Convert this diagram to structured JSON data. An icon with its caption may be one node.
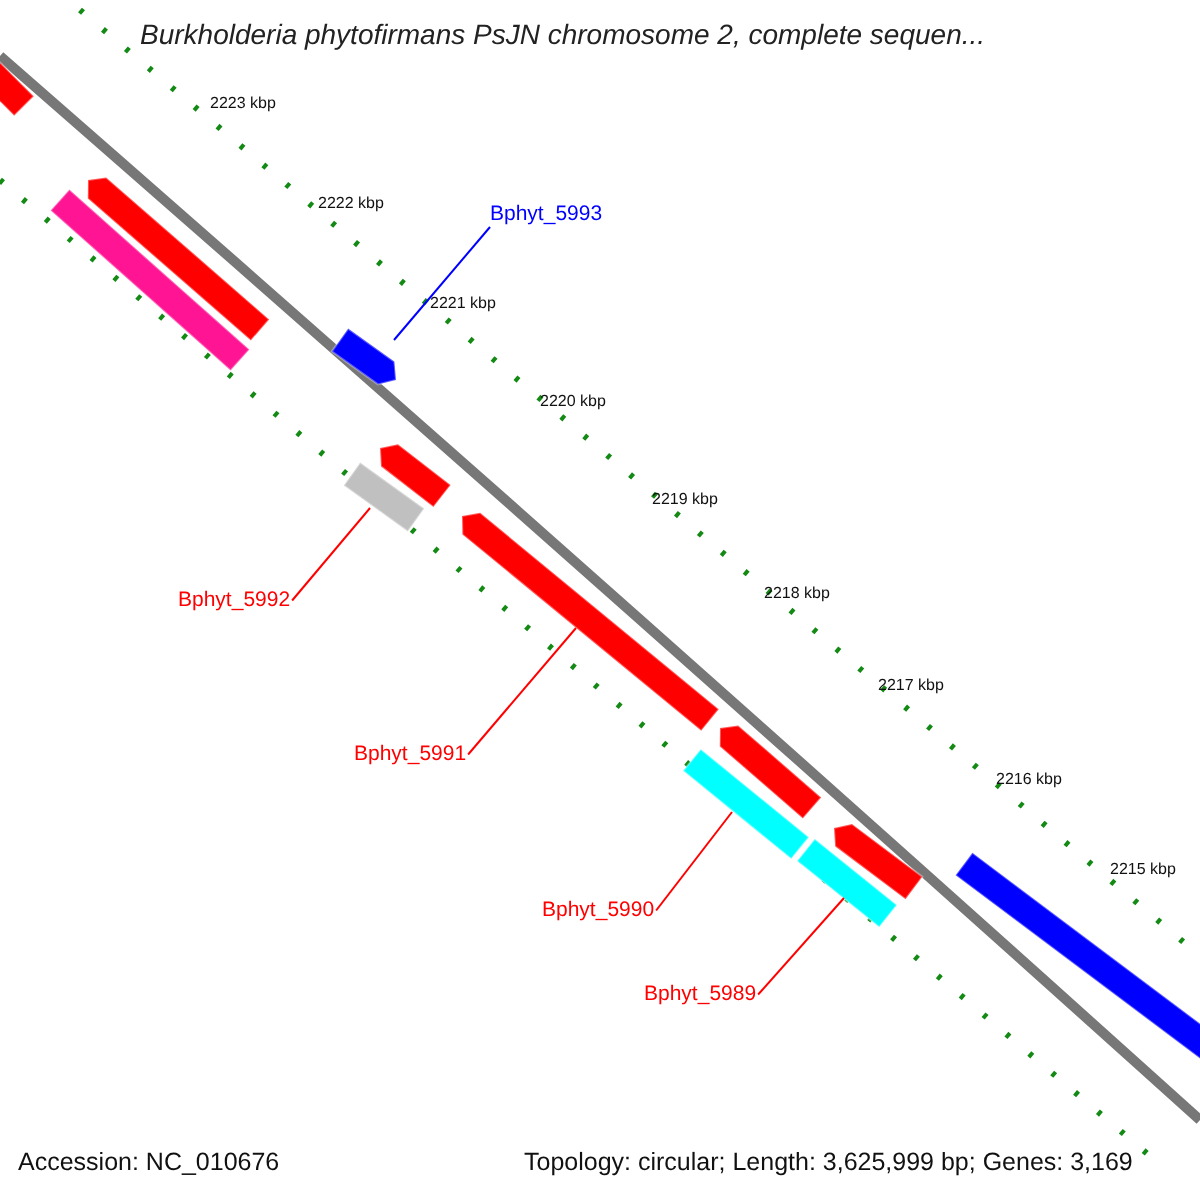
{
  "diagram": {
    "title": "Burkholderia phytofirmans PsJN chromosome 2, complete sequen...",
    "nodes": [
      {
        "text": [
          "Bphyt_5993"
        ]
      },
      {
        "text": [
          "Bphyt_5992"
        ]
      },
      {
        "text": [
          "Bphyt_5991"
        ]
      },
      {
        "text": [
          "Bphyt_5990"
        ]
      },
      {
        "text": [
          "Bphyt_5989"
        ]
      },
      {
        "text": [],
        "shape": "bar"
      },
      {
        "text": [],
        "shape": "bar"
      },
      {
        "text": [],
        "shape": "bar"
      },
      {
        "text": [],
        "shape": "bar"
      },
      {
        "text": [],
        "shape": "bar"
      },
      {
        "text": [],
        "shape": "bar"
      },
      {
        "text": [],
        "shape": "bar"
      },
      {
        "text": [],
        "shape": "bar"
      },
      {
        "text": [],
        "shape": "bar"
      },
      {
        "text": [],
        "shape": "bar"
      },
      {
        "text": [],
        "shape": "bar"
      },
      {
        "text": [],
        "shape": "bar"
      }
    ],
    "edges": [
      {
        "from": 0,
        "to": 8,
        "arrow": "none",
        "color": "#0000ff"
      },
      {
        "from": 1,
        "to": 10,
        "arrow": "none"
      },
      {
        "from": 2,
        "to": 11,
        "arrow": "none"
      },
      {
        "from": 3,
        "to": 13,
        "arrow": "none"
      },
      {
        "from": 4,
        "to": 15,
        "arrow": "none"
      }
    ],
    "labels": [
      "2223 kbp",
      "2222 kbp",
      "2221 kbp",
      "2220 kbp",
      "2219 kbp",
      "2218 kbp",
      "2217 kbp",
      "2216 kbp",
      "2215 kbp",
      "Accession: NC_010676",
      "Topology: circular; Length: 3,625,999 bp; Genes: 3,169"
    ]
  }
}
